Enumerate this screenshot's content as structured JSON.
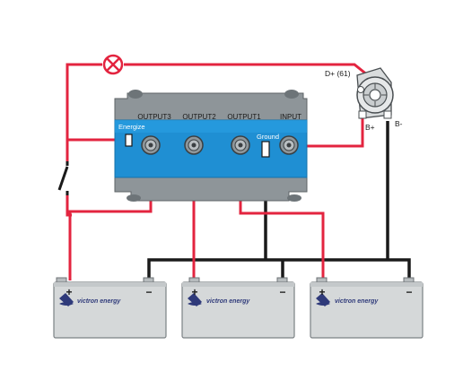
{
  "isolator": {
    "outputs": [
      "OUTPUT3",
      "OUTPUT2",
      "OUTPUT1",
      "INPUT"
    ],
    "energize_label": "Energize",
    "ground_label": "Ground",
    "body_color": "#1f8fd3"
  },
  "alternator": {
    "d_plus_label": "D+ (61)",
    "b_plus_label": "B+",
    "b_minus_label": "B-"
  },
  "batteries": [
    {
      "brand": "victron energy",
      "plus": "+",
      "minus": "−"
    },
    {
      "brand": "victron energy",
      "plus": "+",
      "minus": "−"
    },
    {
      "brand": "victron energy",
      "plus": "+",
      "minus": "−"
    }
  ],
  "wire_colors": {
    "positive": "#e3243f",
    "negative": "#1a1a1a"
  },
  "icons": [
    "lamp-icon",
    "switch-icon",
    "alternator-icon",
    "battery-icon"
  ]
}
